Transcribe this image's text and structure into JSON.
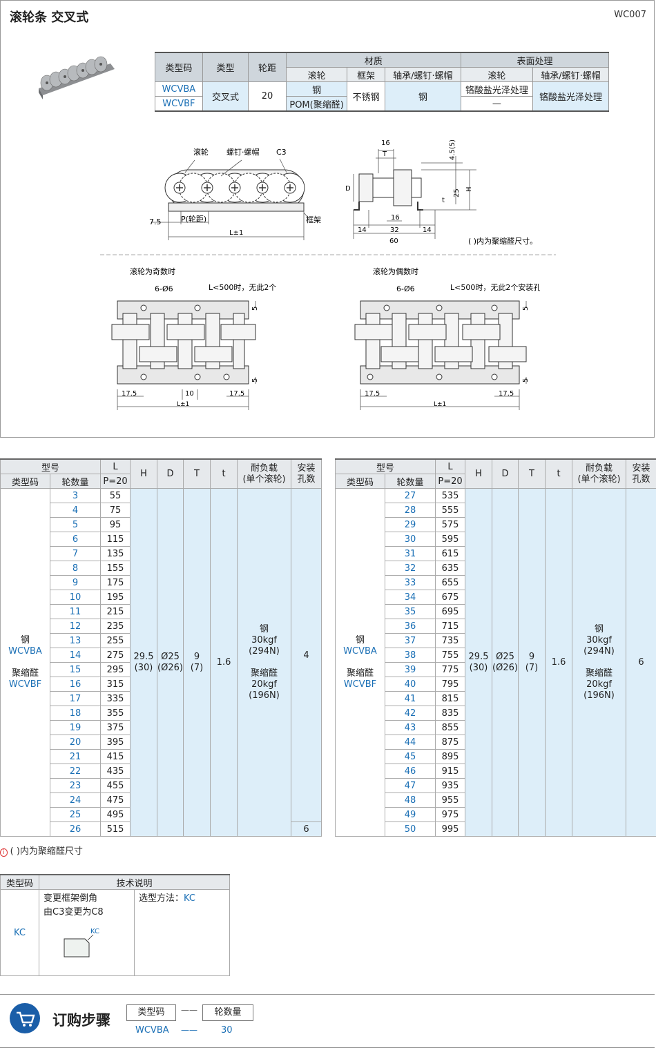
{
  "header": {
    "title": "滚轮条  交叉式",
    "code": "WC007"
  },
  "spec_table": {
    "col_type_code": "类型码",
    "col_type": "类型",
    "col_pitch": "轮距",
    "col_material": "材质",
    "col_surface": "表面处理",
    "sub_roller": "滚轮",
    "sub_frame": "框架",
    "sub_bearing": "轴承/螺钉·螺帽",
    "sub_roller2": "滚轮",
    "sub_bearing2": "轴承/螺钉·螺帽",
    "code1": "WCVBA",
    "code2": "WCVBF",
    "type": "交叉式",
    "pitch": "20",
    "roller_mat1": "钢",
    "roller_mat2": "POM(聚缩醛)",
    "frame_mat": "不锈钢",
    "bearing_mat": "钢",
    "roller_surf1": "铬酸盐光泽处理",
    "roller_surf2": "—",
    "bearing_surf": "铬酸盐光泽处理"
  },
  "drawing": {
    "lbl_roller": "滚轮",
    "lbl_screw": "螺钉·螺帽",
    "lbl_c3": "C3",
    "lbl_frame": "框架",
    "lbl_75": "7.5",
    "lbl_p": "P(轮距)",
    "lbl_L": "L±1",
    "lbl_16": "16",
    "lbl_T": "T",
    "lbl_D": "D",
    "lbl_45": "4.5(5)",
    "lbl_25": "25",
    "lbl_H": "H",
    "lbl_t": "t",
    "lbl_16b": "16",
    "lbl_14a": "14",
    "lbl_32": "32",
    "lbl_14b": "14",
    "lbl_60": "60",
    "note": "( )内为聚缩醛尺寸。",
    "odd_title": "滚轮为奇数时",
    "even_title": "滚轮为偶数时",
    "hole_lbl": "6-Ø6",
    "hole_note": "L<500时，无此2个安装孔",
    "dim_5": "5",
    "dim_175": "17.5",
    "dim_10": "10",
    "dim_L": "L±1"
  },
  "table_header": {
    "model": "型号",
    "L": "L",
    "type_code": "类型码",
    "count": "轮数量",
    "p20": "P=20",
    "H": "H",
    "D": "D",
    "T": "T",
    "t": "t",
    "load": "耐负载\n(单个滚轮)",
    "holes": "安装\n孔数"
  },
  "left_table": {
    "type_desc": [
      "钢",
      "WCVBA",
      "",
      "聚缩醛",
      "WCVBF"
    ],
    "counts": [
      "3",
      "4",
      "5",
      "6",
      "7",
      "8",
      "9",
      "10",
      "11",
      "12",
      "13",
      "14",
      "15",
      "16",
      "17",
      "18",
      "19",
      "20",
      "21",
      "22",
      "23",
      "24",
      "25",
      "26"
    ],
    "L": [
      "55",
      "75",
      "95",
      "115",
      "135",
      "155",
      "175",
      "195",
      "215",
      "235",
      "255",
      "275",
      "295",
      "315",
      "335",
      "355",
      "375",
      "395",
      "415",
      "435",
      "455",
      "475",
      "495",
      "515"
    ],
    "H": "29.5\n(30)",
    "D": "Ø25\n(Ø26)",
    "T": "9\n(7)",
    "t": "1.6",
    "load": "钢\n30kgf\n(294N)\n\n聚缩醛\n20kgf\n(196N)",
    "holes_main": "4",
    "holes_last": "6"
  },
  "right_table": {
    "type_desc": [
      "钢",
      "WCVBA",
      "",
      "聚缩醛",
      "WCVBF"
    ],
    "counts": [
      "27",
      "28",
      "29",
      "30",
      "31",
      "32",
      "33",
      "34",
      "35",
      "36",
      "37",
      "38",
      "39",
      "40",
      "41",
      "42",
      "43",
      "44",
      "45",
      "46",
      "47",
      "48",
      "49",
      "50"
    ],
    "L": [
      "535",
      "555",
      "575",
      "595",
      "615",
      "635",
      "655",
      "675",
      "695",
      "715",
      "735",
      "755",
      "775",
      "795",
      "815",
      "835",
      "855",
      "875",
      "895",
      "915",
      "935",
      "955",
      "975",
      "995"
    ],
    "H": "29.5\n(30)",
    "D": "Ø25\n(Ø26)",
    "T": "9\n(7)",
    "t": "1.6",
    "load": "钢\n30kgf\n(294N)\n\n聚缩醛\n20kgf\n(196N)",
    "holes": "6"
  },
  "note": "( )内为聚缩醛尺寸",
  "tech": {
    "col_code": "类型码",
    "col_desc": "技术说明",
    "code": "KC",
    "desc1": "变更框架倒角",
    "desc2": "由C3变更为C8",
    "kc_label": "KC",
    "method": "选型方法：",
    "method_val": "KC"
  },
  "order": {
    "title": "订购步骤",
    "box1": "类型码",
    "box2": "轮数量",
    "val1": "WCVBA",
    "val2": "30",
    "dash": "——"
  }
}
